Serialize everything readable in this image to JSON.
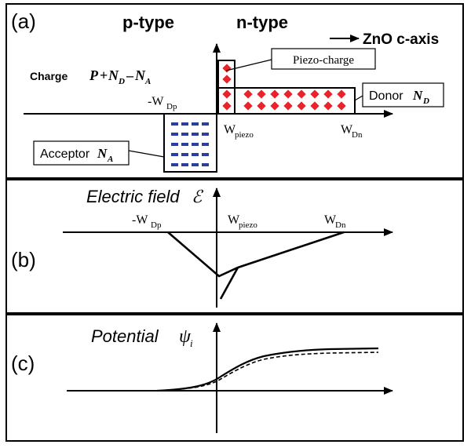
{
  "panel_a": {
    "label": "(a)",
    "p_type": "p-type",
    "n_type": "n-type",
    "axis_label": "ZnO c-axis",
    "charge_word": "Charge",
    "charge_P": "P",
    "charge_plus": "+",
    "charge_N": "N",
    "charge_D": "D",
    "charge_minus": "–",
    "charge_A": "A",
    "piezo_box": "Piezo-charge",
    "donor_word": "Donor",
    "donor_N": "N",
    "donor_sub": "D",
    "acceptor_word": "Acceptor",
    "acceptor_N": "N",
    "acceptor_sub": "A",
    "wdp_prefix": "-W",
    "wdp_sub": "Dp",
    "wpiezo_main": "W",
    "wpiezo_sub": "piezo",
    "wdn_main": "W",
    "wdn_sub": "Dn"
  },
  "panel_b": {
    "label": "(b)",
    "title": "Electric field",
    "symbol": "ℰ",
    "wdp_prefix": "-W",
    "wdp_sub": "Dp",
    "wpiezo_main": "W",
    "wpiezo_sub": "piezo",
    "wdn_main": "W",
    "wdn_sub": "Dn"
  },
  "panel_c": {
    "label": "(c)",
    "title": "Potential",
    "symbol": "ψ",
    "symbol_sub": "i"
  },
  "colors": {
    "piezo_dots": "#e8232a",
    "donor_dots": "#e8232a",
    "acceptor_dashes": "#2b3f9e",
    "lines": "#000000"
  }
}
